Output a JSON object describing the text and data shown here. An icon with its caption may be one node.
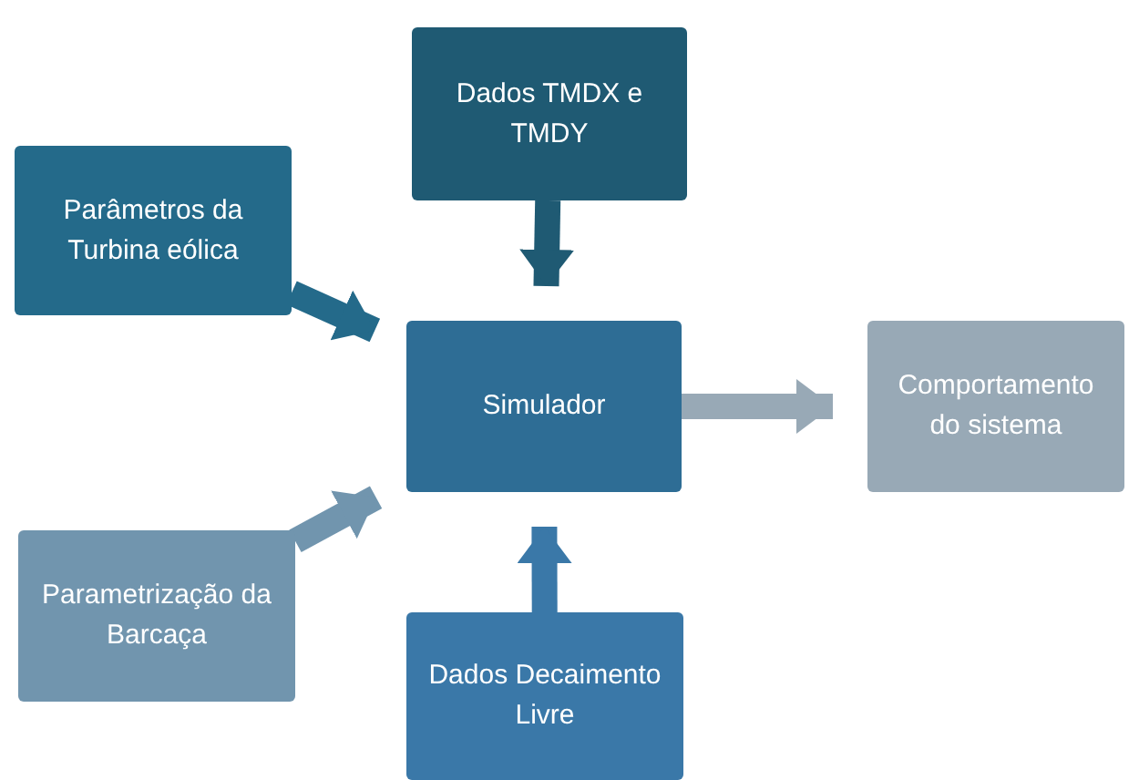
{
  "diagram": {
    "nodes": [
      {
        "text": [
          "Dados TMDX e TMDY"
        ]
      },
      {
        "text": [
          "Parâmetros da Turbina eólica"
        ]
      },
      {
        "text": [
          "Simulador"
        ]
      },
      {
        "text": [
          "Comportamento do sistema"
        ]
      },
      {
        "text": [
          "Parametrização da Barcaça"
        ]
      },
      {
        "text": [
          "Dados Decaimento Livre"
        ]
      }
    ],
    "edges": [
      {
        "from": 0,
        "to": 2,
        "arrow": "to",
        "color": "#1f5a73"
      },
      {
        "from": 1,
        "to": 2,
        "arrow": "to",
        "color": "#246a8a"
      },
      {
        "from": 4,
        "to": 2,
        "arrow": "to",
        "color": "#7195ae"
      },
      {
        "from": 5,
        "to": 2,
        "arrow": "to",
        "color": "#3a78a8"
      },
      {
        "from": 2,
        "to": 3,
        "arrow": "to",
        "color": "#98a9b6"
      }
    ]
  }
}
